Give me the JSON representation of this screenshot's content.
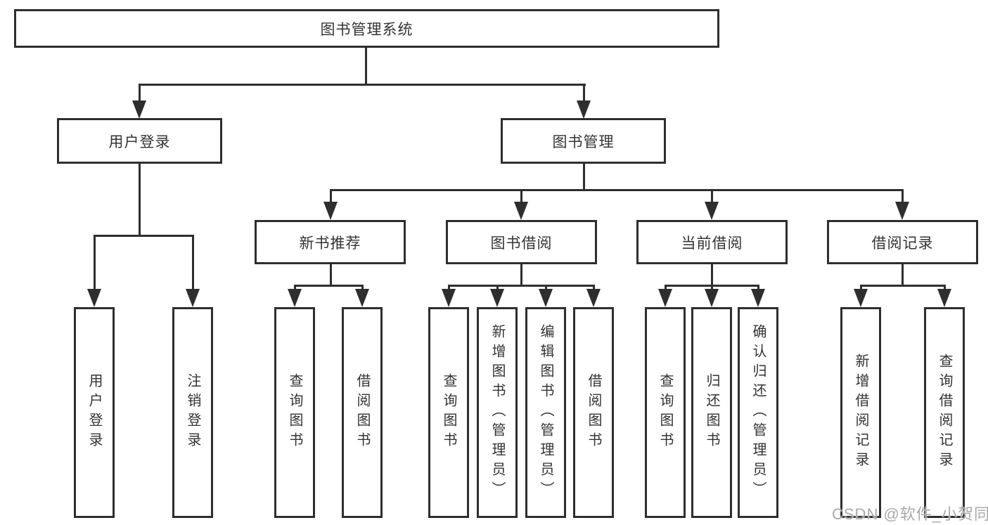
{
  "colors": {
    "line": "#2e2e2e",
    "box_border": "#2e2e2e",
    "text": "#333333",
    "background": "#ffffff",
    "watermark": "#a9a9a9"
  },
  "watermark": {
    "text": "CSDN @软件_小贺同学"
  },
  "tree": {
    "label": "图书管理系统",
    "children": [
      {
        "label": "用户登录",
        "children": [
          {
            "label": "用户登录"
          },
          {
            "label": "注销登录"
          }
        ]
      },
      {
        "label": "图书管理",
        "children": [
          {
            "label": "新书推荐",
            "children": [
              {
                "label": "查询图书"
              },
              {
                "label": "借阅图书"
              }
            ]
          },
          {
            "label": "图书借阅",
            "children": [
              {
                "label": "查询图书"
              },
              {
                "label": "新增图书（管理员）"
              },
              {
                "label": "编辑图书（管理员）"
              },
              {
                "label": "借阅图书"
              }
            ]
          },
          {
            "label": "当前借阅",
            "children": [
              {
                "label": "查询图书"
              },
              {
                "label": "归还图书"
              },
              {
                "label": "确认归还（管理员）"
              }
            ]
          },
          {
            "label": "借阅记录",
            "children": [
              {
                "label": "新增借阅记录"
              },
              {
                "label": "查询借阅记录"
              }
            ]
          }
        ]
      }
    ]
  }
}
